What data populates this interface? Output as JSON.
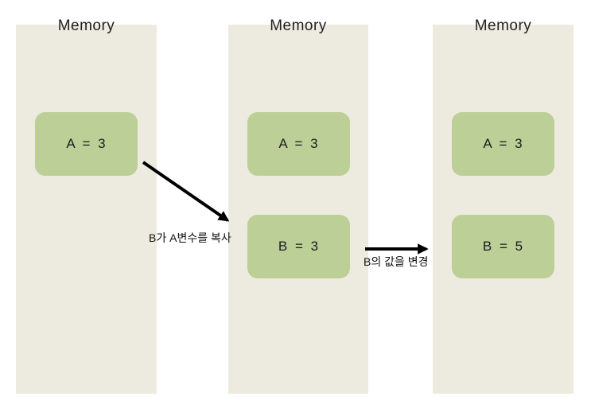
{
  "diagram": {
    "columns": [
      {
        "title": "Memory",
        "boxes": [
          {
            "label": "A = 3"
          }
        ]
      },
      {
        "title": "Memory",
        "boxes": [
          {
            "label": "A = 3"
          },
          {
            "label": "B = 3"
          }
        ]
      },
      {
        "title": "Memory",
        "boxes": [
          {
            "label": "A = 3"
          },
          {
            "label": "B = 5"
          }
        ]
      }
    ],
    "arrows": [
      {
        "type": "diagonal",
        "label": "B가 A변수를 복사"
      },
      {
        "type": "horizontal",
        "label": "B의 값을 변경"
      }
    ],
    "colors": {
      "column_fill": "#EDEAE0",
      "box_fill": "#BCCF96",
      "arrow": "#000000",
      "text": "#1c1c1c",
      "background": "#ffffff"
    }
  }
}
